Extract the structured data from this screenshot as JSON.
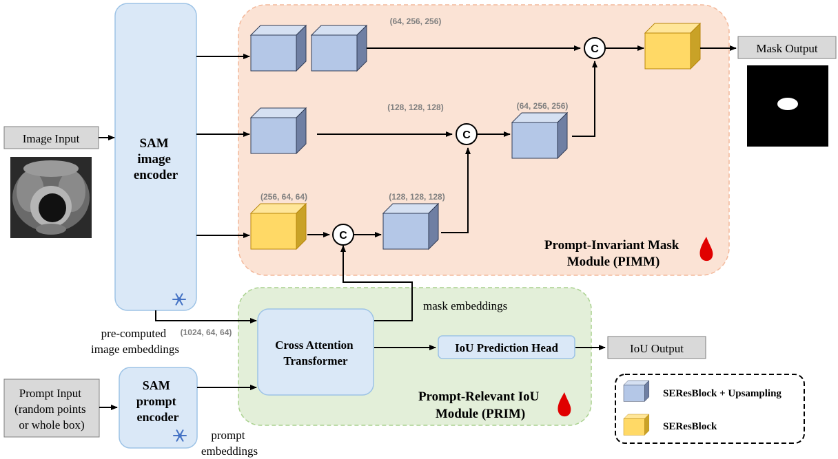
{
  "inputs": {
    "image_input": "Image Input",
    "prompt_input": [
      "Prompt Input",
      "(random points",
      "or whole box)"
    ]
  },
  "outputs": {
    "mask_output": "Mask Output",
    "iou_output": "IoU Output"
  },
  "encoders": {
    "image_encoder": [
      "SAM",
      "image",
      "encoder"
    ],
    "prompt_encoder": [
      "SAM",
      "prompt",
      "encoder"
    ]
  },
  "modules": {
    "pimm": [
      "Prompt-Invariant Mask",
      "Module (PIMM)"
    ],
    "prim": [
      "Prompt-Relevant IoU",
      "Module (PRIM)"
    ]
  },
  "transformer": [
    "Cross Attention",
    "Transformer"
  ],
  "iou_head": "IoU Prediction Head",
  "concat_symbol": "C",
  "dims": {
    "top": "(64, 256, 256)",
    "middle": "(128, 128, 128)",
    "middle_out": "(64, 256, 256)",
    "bottom": "(256, 64, 64)",
    "bottom_out": "(128, 128, 128)",
    "image_embed": "(1024, 64, 64)"
  },
  "labels": {
    "mask_embeddings": "mask embeddings",
    "precomputed": [
      "pre-computed",
      "image embeddings"
    ],
    "prompt_embeddings": [
      "prompt",
      "embeddings"
    ]
  },
  "legend": {
    "blue": "SEResBlock + Upsampling",
    "yellow": "SEResBlock"
  },
  "colors": {
    "pimm_bg": "#fbe3d5",
    "prim_bg": "#e3efd9",
    "encoder_bg": "#dae8f7",
    "cube_blue": "#b4c7e7",
    "cube_yellow": "#ffd966",
    "output_box": "#d9d9d9",
    "flame": "#e00000"
  },
  "icons": [
    "snowflake-icon",
    "flame-icon"
  ]
}
